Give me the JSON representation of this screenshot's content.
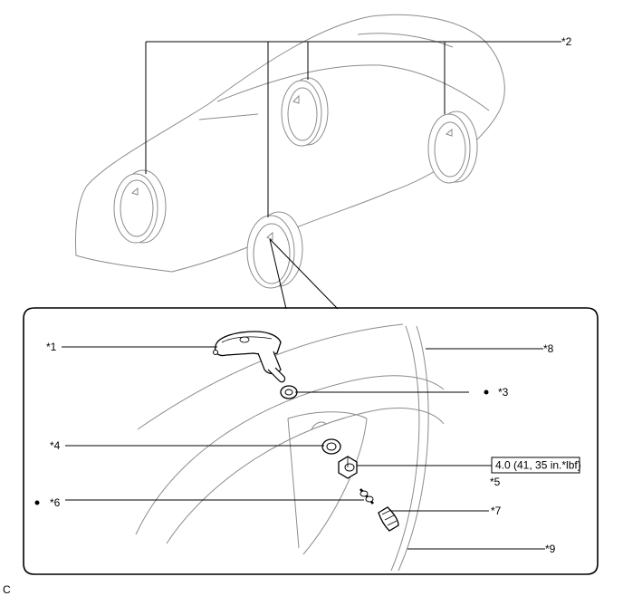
{
  "callouts": {
    "c1": "*1",
    "c2": "*2",
    "c3": "*3",
    "c4": "*4",
    "c5": "*5",
    "c6": "*6",
    "c7": "*7",
    "c8": "*8",
    "c9": "*9"
  },
  "torque_spec": "4.0 (41, 35 in.*lbf)",
  "figure_code": "C"
}
